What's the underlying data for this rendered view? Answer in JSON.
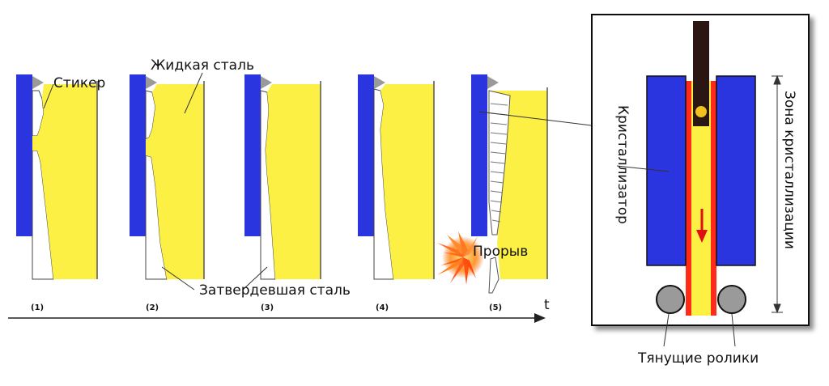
{
  "labels": {
    "sticker": "Стикер",
    "liquid_steel": "Жидкая сталь",
    "solid_steel": "Затвердевшая сталь",
    "breakout": "Прорыв",
    "time_axis": "t",
    "mold": "Кристаллизатор",
    "crystallization_zone": "Зона кристаллизации",
    "pulling_rollers": "Тянущие ролики"
  },
  "stages": [
    {
      "label": "(1)"
    },
    {
      "label": "(2)"
    },
    {
      "label": "(3)"
    },
    {
      "label": "(4)"
    },
    {
      "label": "(5)"
    }
  ],
  "colors": {
    "mold_blue": "#2a35e0",
    "liquid_yellow": "#fdf045",
    "strand_red": "#ff2a1a",
    "dummy_bar": "#2a1612",
    "roller_gray": "#9a9a9a",
    "spark_orange": "#ff7020"
  }
}
